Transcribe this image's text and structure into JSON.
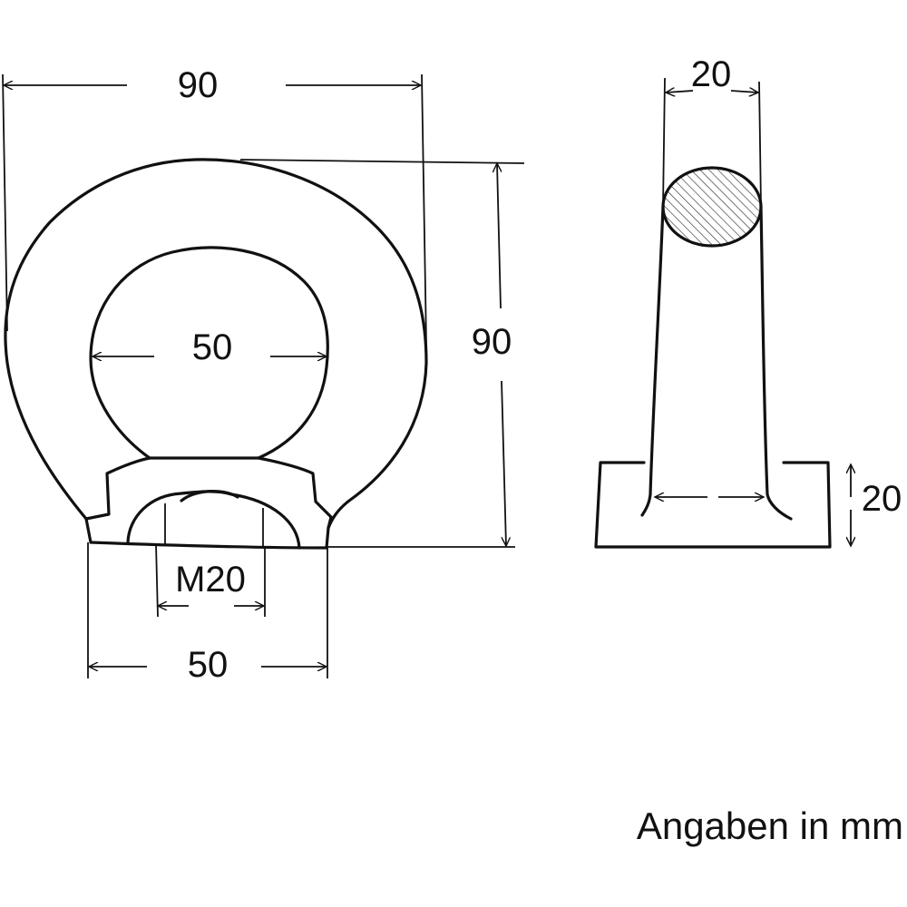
{
  "dimensions": {
    "ring_outer_width": "90",
    "ring_height": "90",
    "eye_inner_diameter": "50",
    "thread": "M20",
    "base_width": "50",
    "section_diameter": "20",
    "collar_height": "20"
  },
  "units_note": "Angaben in mm",
  "colors": {
    "line": "#111111",
    "background": "#ffffff"
  }
}
